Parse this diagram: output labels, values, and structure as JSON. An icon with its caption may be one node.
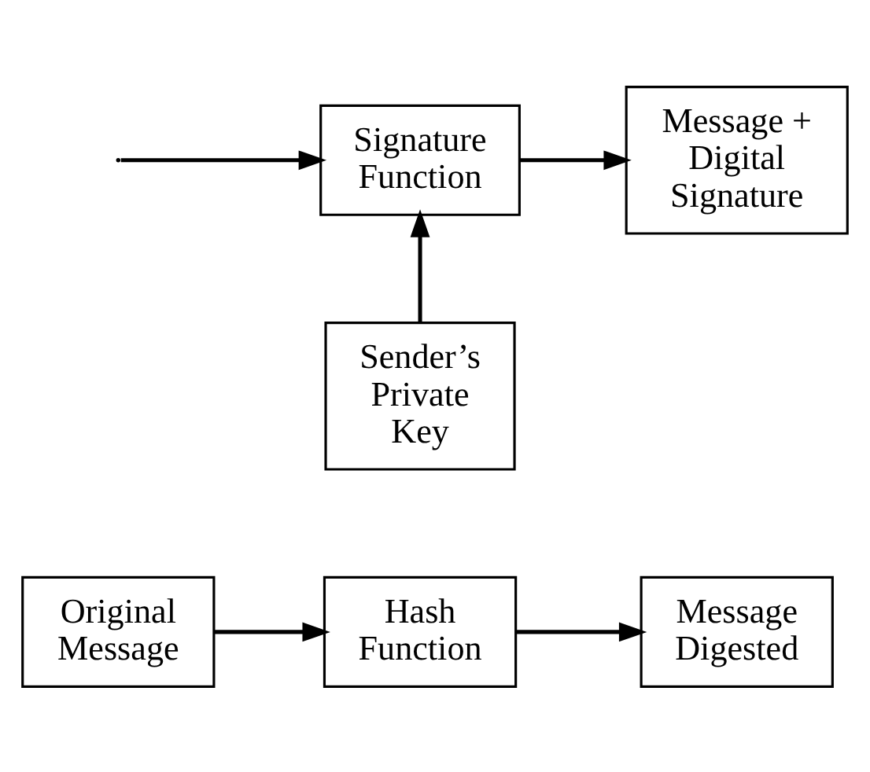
{
  "diagram": {
    "nodes": [
      {
        "text": [
          "Original Message"
        ]
      },
      {
        "text": [
          "Hash Function"
        ]
      },
      {
        "text": [
          "Message Digested"
        ]
      },
      {
        "text": [
          "Signature Function"
        ]
      },
      {
        "text": [
          "Message + Digital Signature"
        ]
      },
      {
        "text": [
          "Sender’s Private Key"
        ]
      }
    ],
    "edges": [
      {
        "from": 0,
        "to": 1,
        "arrow": "to"
      },
      {
        "from": 1,
        "to": 2,
        "arrow": "to"
      },
      {
        "from": null,
        "to": 3,
        "arrow": "to"
      },
      {
        "from": 3,
        "to": 4,
        "arrow": "to"
      },
      {
        "from": 5,
        "to": 3,
        "arrow": "to"
      }
    ]
  }
}
